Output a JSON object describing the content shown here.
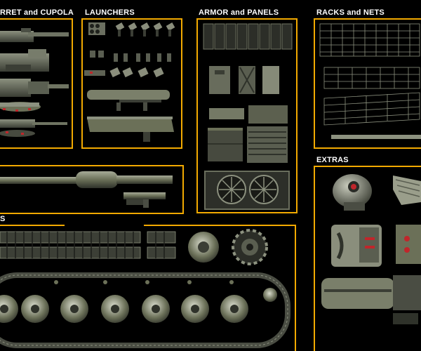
{
  "sections": {
    "turret": {
      "title_main": "RRET",
      "title_and": "and",
      "title_tail": "CUPOLA"
    },
    "launchers": {
      "title": "LAUNCHERS"
    },
    "armor": {
      "title_main": "ARMOR",
      "title_and": "and",
      "title_tail": "PANELS"
    },
    "racks": {
      "title_main": "RACKS",
      "title_and": "and",
      "title_tail": "NETS"
    },
    "extras": {
      "title": "EXTRAS"
    },
    "tracks": {
      "title": "S"
    }
  },
  "colors": {
    "accent": "#f2a900",
    "background": "#000000",
    "metal_dark": "#2e312a",
    "metal_mid": "#5a5f51",
    "metal_light": "#8c917f",
    "olive": "#6b7058",
    "red_detail": "#c0262b"
  }
}
